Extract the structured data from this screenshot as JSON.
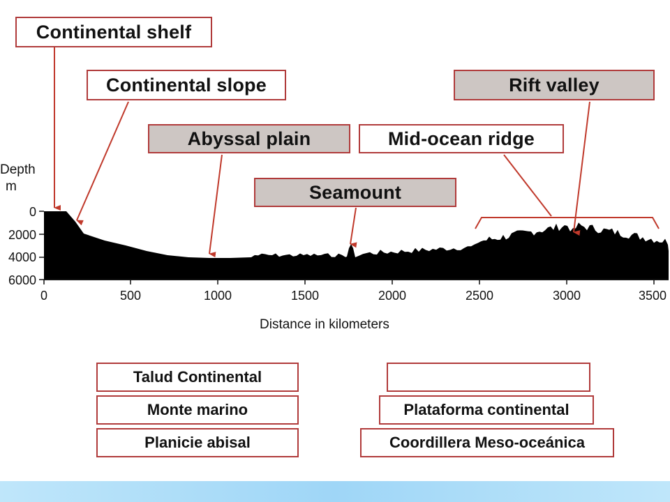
{
  "labels": {
    "continental_shelf": "Continental shelf",
    "continental_slope": "Continental slope",
    "abyssal_plain": "Abyssal plain",
    "mid_ocean_ridge": "Mid-ocean ridge",
    "rift_valley": "Rift valley",
    "seamount": "Seamount"
  },
  "axes": {
    "y_label_line1": "Depth",
    "y_label_line2": "m",
    "x_label": "Distance in kilometers",
    "y_ticks": [
      "0",
      "2000",
      "4000",
      "6000"
    ],
    "x_ticks": [
      "0",
      "500",
      "1000",
      "1500",
      "2000",
      "2500",
      "3000",
      "3500"
    ]
  },
  "answer_boxes": {
    "talud": "Talud Continental",
    "monte": "Monte marino",
    "planicie": "Planicie abisal",
    "blank": "",
    "plataforma": "Plataforma continental",
    "cordillera": "Coordillera Meso-oceánica"
  },
  "colors": {
    "arrow": "#c0392b",
    "profile_fill": "#000000",
    "grey_box": "#cdc6c3",
    "bottom_band": "#a8dcf8"
  }
}
